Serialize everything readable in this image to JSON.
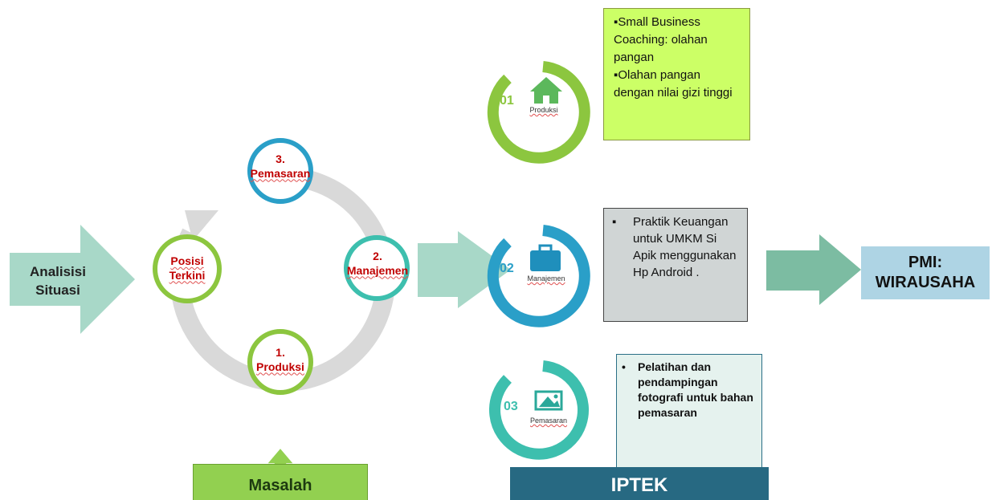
{
  "left_arrow": {
    "line1": "Analisisi",
    "line2": "Situasi"
  },
  "cycle": {
    "posisi": {
      "line1": "Posisi",
      "line2": "Terkini"
    },
    "pemasaran": {
      "num": "3.",
      "label": "Pemasaran"
    },
    "manajemen": {
      "num": "2.",
      "label": "Manajemen"
    },
    "produksi": {
      "num": "1.",
      "label": "Produksi"
    }
  },
  "rings": [
    {
      "num": "01",
      "label": "Produksi",
      "color": "#8cc63f",
      "icon": "home-icon"
    },
    {
      "num": "02",
      "label": "Manajemen",
      "color": "#2a9fc8",
      "icon": "briefcase-icon"
    },
    {
      "num": "03",
      "label": "Pemasaran",
      "color": "#3dbfae",
      "icon": "image-icon"
    }
  ],
  "boxes": {
    "produksi": {
      "items": [
        "Small Business Coaching: olahan pangan",
        "Olahan pangan dengan nilai gizi tinggi"
      ]
    },
    "manajemen": {
      "items": [
        "Praktik Keuangan untuk UMKM Si Apik menggunakan Hp Android ."
      ]
    },
    "pemasaran": {
      "items": [
        "Pelatihan dan pendampingan fotografi untuk bahan pemasaran"
      ]
    }
  },
  "output": {
    "line1": "PMI:",
    "line2": "WIRAUSAHA"
  },
  "bottom": {
    "masalah": "Masalah",
    "iptek": "IPTEK"
  },
  "colors": {
    "arrow_teal": "#a8d8c8",
    "arrow_green": "#7cbca2",
    "cycle_gray": "#d9d9d9",
    "green_box": "#ccff66",
    "gray_box": "#d0d5d5",
    "light_box": "#e5f2ee",
    "output_box": "#aed4e4",
    "masalah_box": "#92d050",
    "iptek_box": "#276982"
  }
}
